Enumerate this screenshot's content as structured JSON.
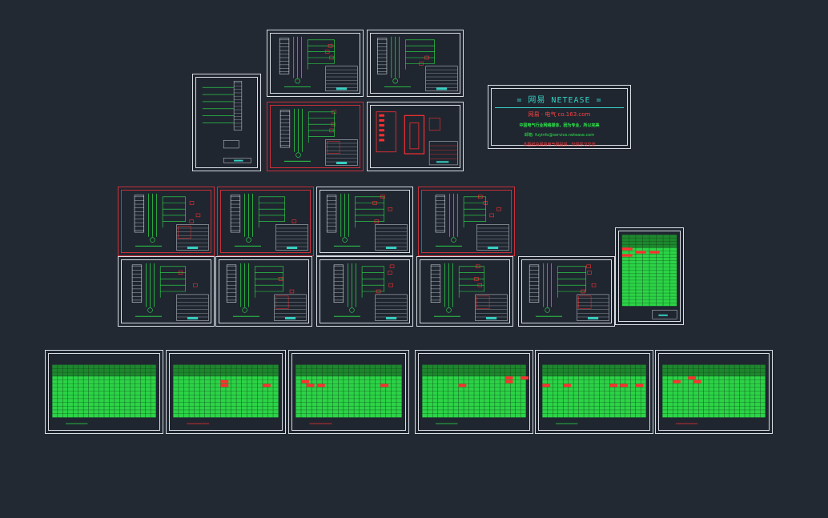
{
  "info_box": {
    "title": "= 网易  NETEASE =",
    "subtitle": "网易 · 电气    co.163.com",
    "line1": "中国电气行业网络媒体，因为专业，所以完美",
    "line2": "邮箱: fuyinfo@service.netease.com",
    "line3": "本图纸由网易电气网提供，仅供学习交流"
  },
  "colors": {
    "canvas": "#222933",
    "frame": "#d9dde2",
    "wire_green": "#2ee84a",
    "accent_red": "#c8303a",
    "accent_cyan": "#36d1c4"
  }
}
